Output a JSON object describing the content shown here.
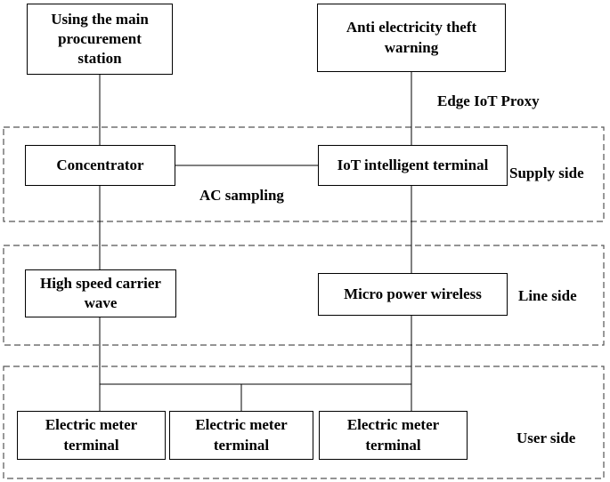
{
  "boxes": {
    "main_station": "Using the main\nprocurement\nstation",
    "anti_theft": "Anti electricity theft\nwarning",
    "concentrator": "Concentrator",
    "iot_terminal": "IoT intelligent terminal",
    "high_speed_carrier": "High speed carrier\nwave",
    "micro_power": "Micro power wireless",
    "meter_1": "Electric meter\nterminal",
    "meter_2": "Electric meter\nterminal",
    "meter_3": "Electric meter\nterminal"
  },
  "labels": {
    "edge_iot_proxy": "Edge IoT Proxy",
    "ac_sampling": "AC sampling",
    "supply_side": "Supply side",
    "line_side": "Line side",
    "user_side": "User side"
  }
}
